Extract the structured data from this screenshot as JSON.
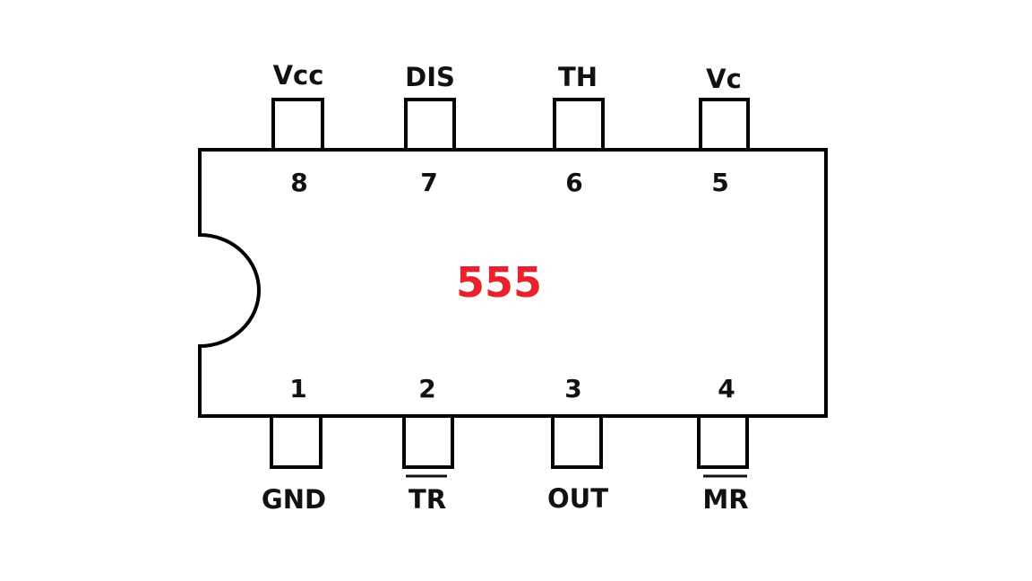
{
  "chip": {
    "name": "555",
    "name_color": "#e8232f",
    "outline_color": "#000000"
  },
  "top_pins": [
    {
      "number": "8",
      "label": "Vcc",
      "overline": false
    },
    {
      "number": "7",
      "label": "DIS",
      "overline": false
    },
    {
      "number": "6",
      "label": "TH",
      "overline": false
    },
    {
      "number": "5",
      "label": "Vc",
      "overline": false
    }
  ],
  "bottom_pins": [
    {
      "number": "1",
      "label": "GND",
      "overline": false
    },
    {
      "number": "2",
      "label": "TR",
      "overline": true
    },
    {
      "number": "3",
      "label": "OUT",
      "overline": false
    },
    {
      "number": "4",
      "label": "MR",
      "overline": true
    }
  ]
}
